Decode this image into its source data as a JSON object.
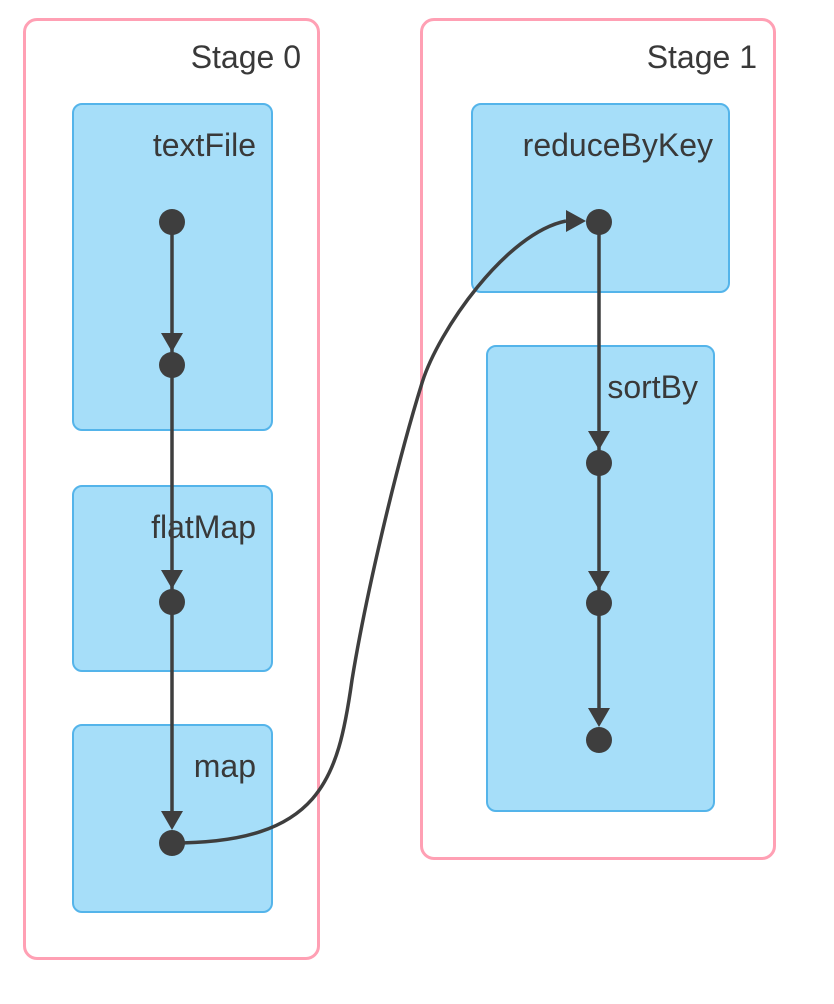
{
  "colors": {
    "stage_border": "#ffa0b4",
    "stage_fill": "#ffffff",
    "operation_fill": "#a6def9",
    "operation_border": "#54b4ea",
    "edge": "#3e3e3e",
    "label": "#393939",
    "background": "#ffffff"
  },
  "diagram_type": "spark-dag-visualization",
  "stages": [
    {
      "label": "Stage 0",
      "operations": [
        {
          "label": "textFile",
          "partition_dots": 2
        },
        {
          "label": "flatMap",
          "partition_dots": 1
        },
        {
          "label": "map",
          "partition_dots": 1
        }
      ]
    },
    {
      "label": "Stage 1",
      "operations": [
        {
          "label": "reduceByKey",
          "partition_dots": 1
        },
        {
          "label": "sortBy",
          "partition_dots": 3
        }
      ]
    }
  ],
  "edges": [
    {
      "from": "textFile.dot1",
      "to": "textFile.dot2",
      "type": "lineage"
    },
    {
      "from": "textFile.dot2",
      "to": "flatMap.dot1",
      "type": "lineage"
    },
    {
      "from": "flatMap.dot1",
      "to": "map.dot1",
      "type": "lineage"
    },
    {
      "from": "map.dot1",
      "to": "reduceByKey.dot1",
      "type": "shuffle-curve"
    },
    {
      "from": "reduceByKey.dot1",
      "to": "sortBy.dot1",
      "type": "lineage"
    },
    {
      "from": "sortBy.dot1",
      "to": "sortBy.dot2",
      "type": "lineage"
    },
    {
      "from": "sortBy.dot2",
      "to": "sortBy.dot3",
      "type": "lineage"
    }
  ]
}
